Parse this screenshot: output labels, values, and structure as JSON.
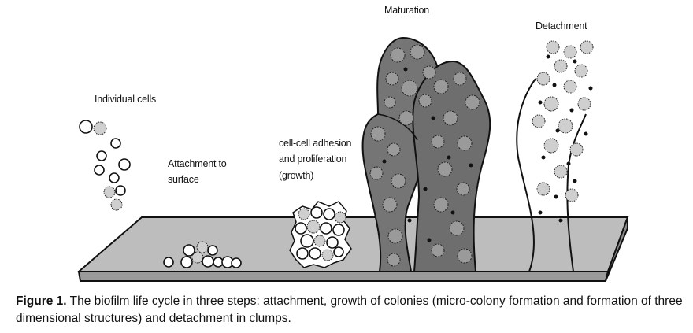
{
  "labels": {
    "individual": "Individual cells",
    "attach_line1": "Attachment to",
    "attach_line2": "surface",
    "adhesion_line1": "cell-cell adhesion",
    "adhesion_line2": "and proliferation",
    "adhesion_line3": "(growth)",
    "maturation": "Maturation",
    "detachment": "Detachment"
  },
  "caption": {
    "figure_label": "Figure 1.",
    "text": "The biofilm life cycle in three steps: attachment, growth of colonies (micro-colony formation and formation of three dimensional structures) and detachment in clumps."
  },
  "colors": {
    "surface": "#bdbdbd",
    "biofilm": "#757575",
    "outline": "#111111"
  }
}
